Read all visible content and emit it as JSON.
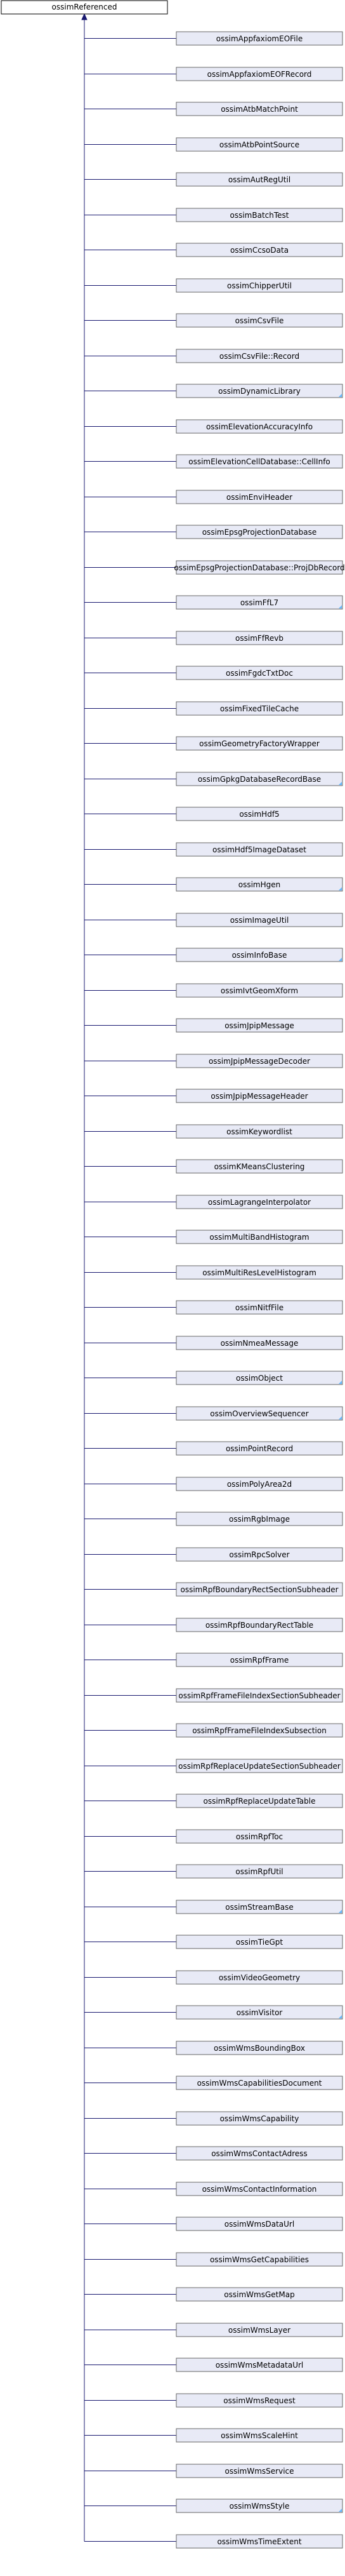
{
  "root": {
    "label": "ossimReferenced"
  },
  "children": [
    {
      "label": "ossimAppfaxiomEOFile",
      "more": false
    },
    {
      "label": "ossimAppfaxiomEOFRecord",
      "more": false
    },
    {
      "label": "ossimAtbMatchPoint",
      "more": false
    },
    {
      "label": "ossimAtbPointSource",
      "more": false
    },
    {
      "label": "ossimAutRegUtil",
      "more": false
    },
    {
      "label": "ossimBatchTest",
      "more": false
    },
    {
      "label": "ossimCcsoData",
      "more": false
    },
    {
      "label": "ossimChipperUtil",
      "more": false
    },
    {
      "label": "ossimCsvFile",
      "more": false
    },
    {
      "label": "ossimCsvFile::Record",
      "more": false
    },
    {
      "label": "ossimDynamicLibrary",
      "more": true
    },
    {
      "label": "ossimElevationAccuracyInfo",
      "more": false
    },
    {
      "label": "ossimElevationCellDatabase::CellInfo",
      "more": false
    },
    {
      "label": "ossimEnviHeader",
      "more": false
    },
    {
      "label": "ossimEpsgProjectionDatabase",
      "more": false
    },
    {
      "label": "ossimEpsgProjectionDatabase::ProjDbRecord",
      "more": false
    },
    {
      "label": "ossimFfL7",
      "more": true
    },
    {
      "label": "ossimFfRevb",
      "more": false
    },
    {
      "label": "ossimFgdcTxtDoc",
      "more": false
    },
    {
      "label": "ossimFixedTileCache",
      "more": false
    },
    {
      "label": "ossimGeometryFactoryWrapper",
      "more": false
    },
    {
      "label": "ossimGpkgDatabaseRecordBase",
      "more": true
    },
    {
      "label": "ossimHdf5",
      "more": false
    },
    {
      "label": "ossimHdf5ImageDataset",
      "more": false
    },
    {
      "label": "ossimHgen",
      "more": true
    },
    {
      "label": "ossimImageUtil",
      "more": false
    },
    {
      "label": "ossimInfoBase",
      "more": true
    },
    {
      "label": "ossimIvtGeomXform",
      "more": false
    },
    {
      "label": "ossimJpipMessage",
      "more": false
    },
    {
      "label": "ossimJpipMessageDecoder",
      "more": false
    },
    {
      "label": "ossimJpipMessageHeader",
      "more": false
    },
    {
      "label": "ossimKeywordlist",
      "more": false
    },
    {
      "label": "ossimKMeansClustering",
      "more": false
    },
    {
      "label": "ossimLagrangeInterpolator",
      "more": false
    },
    {
      "label": "ossimMultiBandHistogram",
      "more": false
    },
    {
      "label": "ossimMultiResLevelHistogram",
      "more": false
    },
    {
      "label": "ossimNitfFile",
      "more": false
    },
    {
      "label": "ossimNmeaMessage",
      "more": false
    },
    {
      "label": "ossimObject",
      "more": true
    },
    {
      "label": "ossimOverviewSequencer",
      "more": true
    },
    {
      "label": "ossimPointRecord",
      "more": false
    },
    {
      "label": "ossimPolyArea2d",
      "more": false
    },
    {
      "label": "ossimRgbImage",
      "more": false
    },
    {
      "label": "ossimRpcSolver",
      "more": false
    },
    {
      "label": "ossimRpfBoundaryRectSectionSubheader",
      "more": false
    },
    {
      "label": "ossimRpfBoundaryRectTable",
      "more": false
    },
    {
      "label": "ossimRpfFrame",
      "more": false
    },
    {
      "label": "ossimRpfFrameFileIndexSectionSubheader",
      "more": false
    },
    {
      "label": "ossimRpfFrameFileIndexSubsection",
      "more": false
    },
    {
      "label": "ossimRpfReplaceUpdateSectionSubheader",
      "more": false
    },
    {
      "label": "ossimRpfReplaceUpdateTable",
      "more": false
    },
    {
      "label": "ossimRpfToc",
      "more": false
    },
    {
      "label": "ossimRpfUtil",
      "more": false
    },
    {
      "label": "ossimStreamBase",
      "more": true
    },
    {
      "label": "ossimTieGpt",
      "more": false
    },
    {
      "label": "ossimVideoGeometry",
      "more": false
    },
    {
      "label": "ossimVisitor",
      "more": true
    },
    {
      "label": "ossimWmsBoundingBox",
      "more": false
    },
    {
      "label": "ossimWmsCapabilitiesDocument",
      "more": false
    },
    {
      "label": "ossimWmsCapability",
      "more": false
    },
    {
      "label": "ossimWmsContactAdress",
      "more": false
    },
    {
      "label": "ossimWmsContactInformation",
      "more": false
    },
    {
      "label": "ossimWmsDataUrl",
      "more": false
    },
    {
      "label": "ossimWmsGetCapabilities",
      "more": false
    },
    {
      "label": "ossimWmsGetMap",
      "more": false
    },
    {
      "label": "ossimWmsLayer",
      "more": false
    },
    {
      "label": "ossimWmsMetadataUrl",
      "more": false
    },
    {
      "label": "ossimWmsRequest",
      "more": false
    },
    {
      "label": "ossimWmsScaleHint",
      "more": false
    },
    {
      "label": "ossimWmsService",
      "more": false
    },
    {
      "label": "ossimWmsStyle",
      "more": true
    },
    {
      "label": "ossimWmsTimeExtent",
      "more": false
    }
  ]
}
